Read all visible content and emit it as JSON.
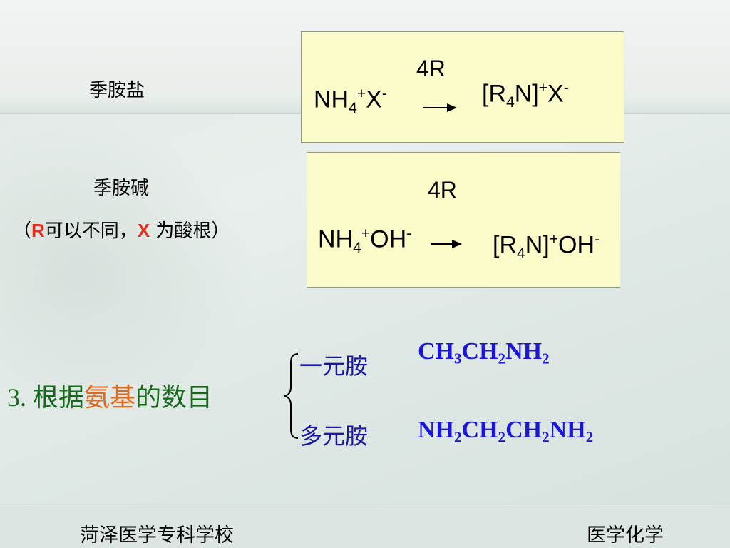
{
  "labels": {
    "quat_salt": "季胺盐",
    "quat_base": "季胺碱",
    "note_open": "（",
    "note_r": "R",
    "note_mid": "可以不同，",
    "note_x": "X",
    "note_end": " 为酸根）"
  },
  "reaction1": {
    "reagent": "4R",
    "left_main": "NH",
    "left_sub": "4",
    "left_sup": "+",
    "left_anion": "X",
    "left_anion_sup": "-",
    "right_open": "[R",
    "right_sub": "4",
    "right_close": "N]",
    "right_sup": "+",
    "right_anion": "X",
    "right_anion_sup": "-"
  },
  "reaction2": {
    "reagent": "4R",
    "left_main": "NH",
    "left_sub": "4",
    "left_sup": "+",
    "left_anion": "OH",
    "left_anion_sup": "-",
    "right_open": "[R",
    "right_sub": "4",
    "right_close": "N]",
    "right_sup": "+",
    "right_anion": "OH",
    "right_anion_sup": "-"
  },
  "classification": {
    "number": "3. ",
    "prefix": "根据",
    "highlight": "氨基",
    "suffix": "的数目",
    "mono_label": "一元胺",
    "poly_label": "多元胺",
    "mono_formula": {
      "p1": "CH",
      "s1": "3",
      "p2": "CH",
      "s2": "2",
      "p3": "NH",
      "s3": "2"
    },
    "poly_formula": {
      "p1": "NH",
      "s1": "2",
      "p2": "CH",
      "s2": "2",
      "p3": "CH",
      "s3": "2",
      "p4": "NH",
      "s4": "2"
    }
  },
  "footer": {
    "school": "菏泽医学专科学校",
    "course": "医学化学"
  },
  "colors": {
    "box_fill": "#fbfbc9",
    "heading_green": "#176a1c",
    "highlight_orange": "#e06a1b",
    "formula_blue": "#1c16d9",
    "note_red": "#e2321f"
  }
}
